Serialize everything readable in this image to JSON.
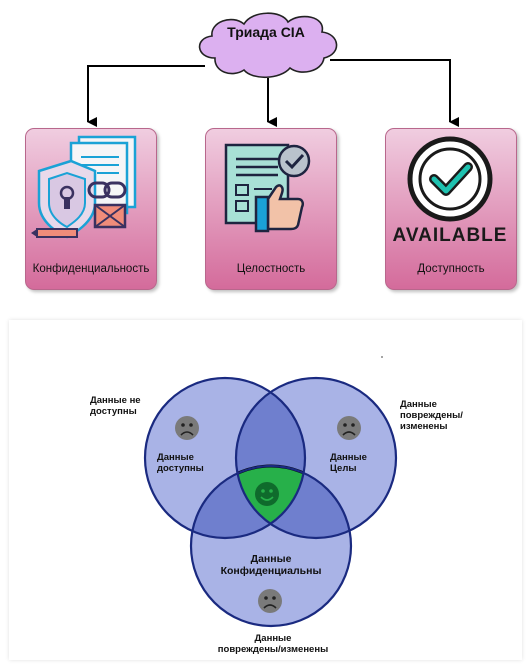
{
  "top": {
    "cloud_title": "Триада CIA",
    "cards": [
      {
        "label": "Конфиденциальность"
      },
      {
        "label": "Целостность"
      },
      {
        "label": "Доступность"
      }
    ],
    "available_text": "AVAILABLE"
  },
  "venn": {
    "outer_left_label": "Данные не\nдоступны",
    "outer_right_label": "Данные\nповреждены/\nизменены",
    "outer_bottom_label": "Данные\nповреждены/изменены",
    "circle_left_label": "Данные\nдоступны",
    "circle_right_label": "Данные\nЦелы",
    "circle_bottom_label": "Данные\nКонфиденциальны"
  },
  "colors": {
    "card_top": "#f0cde0",
    "card_bottom": "#d46b9b",
    "cloud": "#dcb0f0",
    "circle_fill": "#a9b3e6",
    "overlap_fill": "#6f7fce",
    "center_green": "#27b04a"
  }
}
